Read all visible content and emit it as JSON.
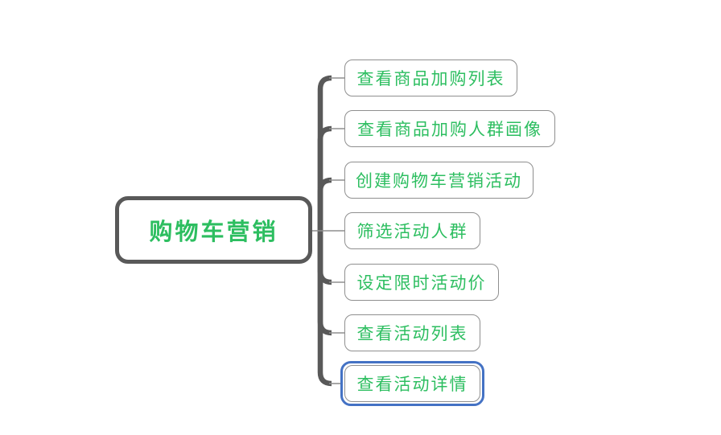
{
  "diagram": {
    "root": {
      "label": "购物车营销"
    },
    "children": [
      {
        "label": "查看商品加购列表",
        "selected": false
      },
      {
        "label": "查看商品加购人群画像",
        "selected": false
      },
      {
        "label": "创建购物车营销活动",
        "selected": false
      },
      {
        "label": "筛选活动人群",
        "selected": false
      },
      {
        "label": "设定限时活动价",
        "selected": false
      },
      {
        "label": "查看活动列表",
        "selected": false
      },
      {
        "label": "查看活动详情",
        "selected": true
      }
    ],
    "colors": {
      "topic_text_green": "#2dbe60",
      "child_border_gray": "#8f8f8f",
      "trunk_gray": "#595959",
      "selection_blue": "#4472c4",
      "background": "#ffffff"
    }
  }
}
